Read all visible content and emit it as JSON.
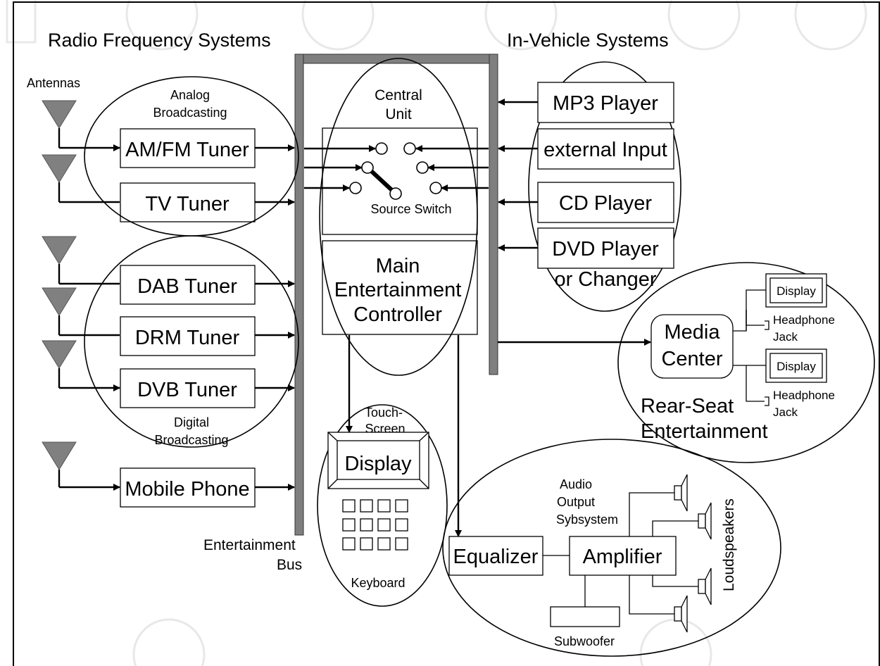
{
  "headings": {
    "radio": "Radio Frequency Systems",
    "vehicle": "In-Vehicle Systems"
  },
  "labels": {
    "antennas": "Antennas",
    "analog_1": "Analog",
    "analog_2": "Broadcasting",
    "digital_1": "Digital",
    "digital_2": "Broadcasting",
    "central_1": "Central",
    "central_2": "Unit",
    "source_switch": "Source Switch",
    "main_1": "Main",
    "main_2": "Entertainment",
    "main_3": "Controller",
    "bus_1": "Entertainment",
    "bus_2": "Bus",
    "touch_1": "Touch-",
    "touch_2": "Screen",
    "display": "Display",
    "keyboard": "Keyboard",
    "rse_1": "Rear-Seat",
    "rse_2": "Entertainment",
    "media_1": "Media",
    "media_2": "Center",
    "rse_display": "Display",
    "headphone_1": "Headphone",
    "headphone_2": "Jack",
    "audio_1": "Audio",
    "audio_2": "Output",
    "audio_3": "Sybsystem",
    "equalizer": "Equalizer",
    "amplifier": "Amplifier",
    "subwoofer": "Subwoofer",
    "loudspeakers": "Loudspeakers"
  },
  "tuners": {
    "amfm": "AM/FM Tuner",
    "tv": "TV Tuner",
    "dab": "DAB Tuner",
    "drm": "DRM Tuner",
    "dvb": "DVB Tuner",
    "phone": "Mobile Phone"
  },
  "vehicle_sources": {
    "mp3": "MP3 Player",
    "external": "external Input",
    "cd": "CD Player",
    "dvd_1": "DVD Player",
    "dvd_2": "or Changer"
  },
  "colors": {
    "bus": "#7f7f7f",
    "antenna": "#808080",
    "stroke": "#000000",
    "background": "#ffffff"
  }
}
